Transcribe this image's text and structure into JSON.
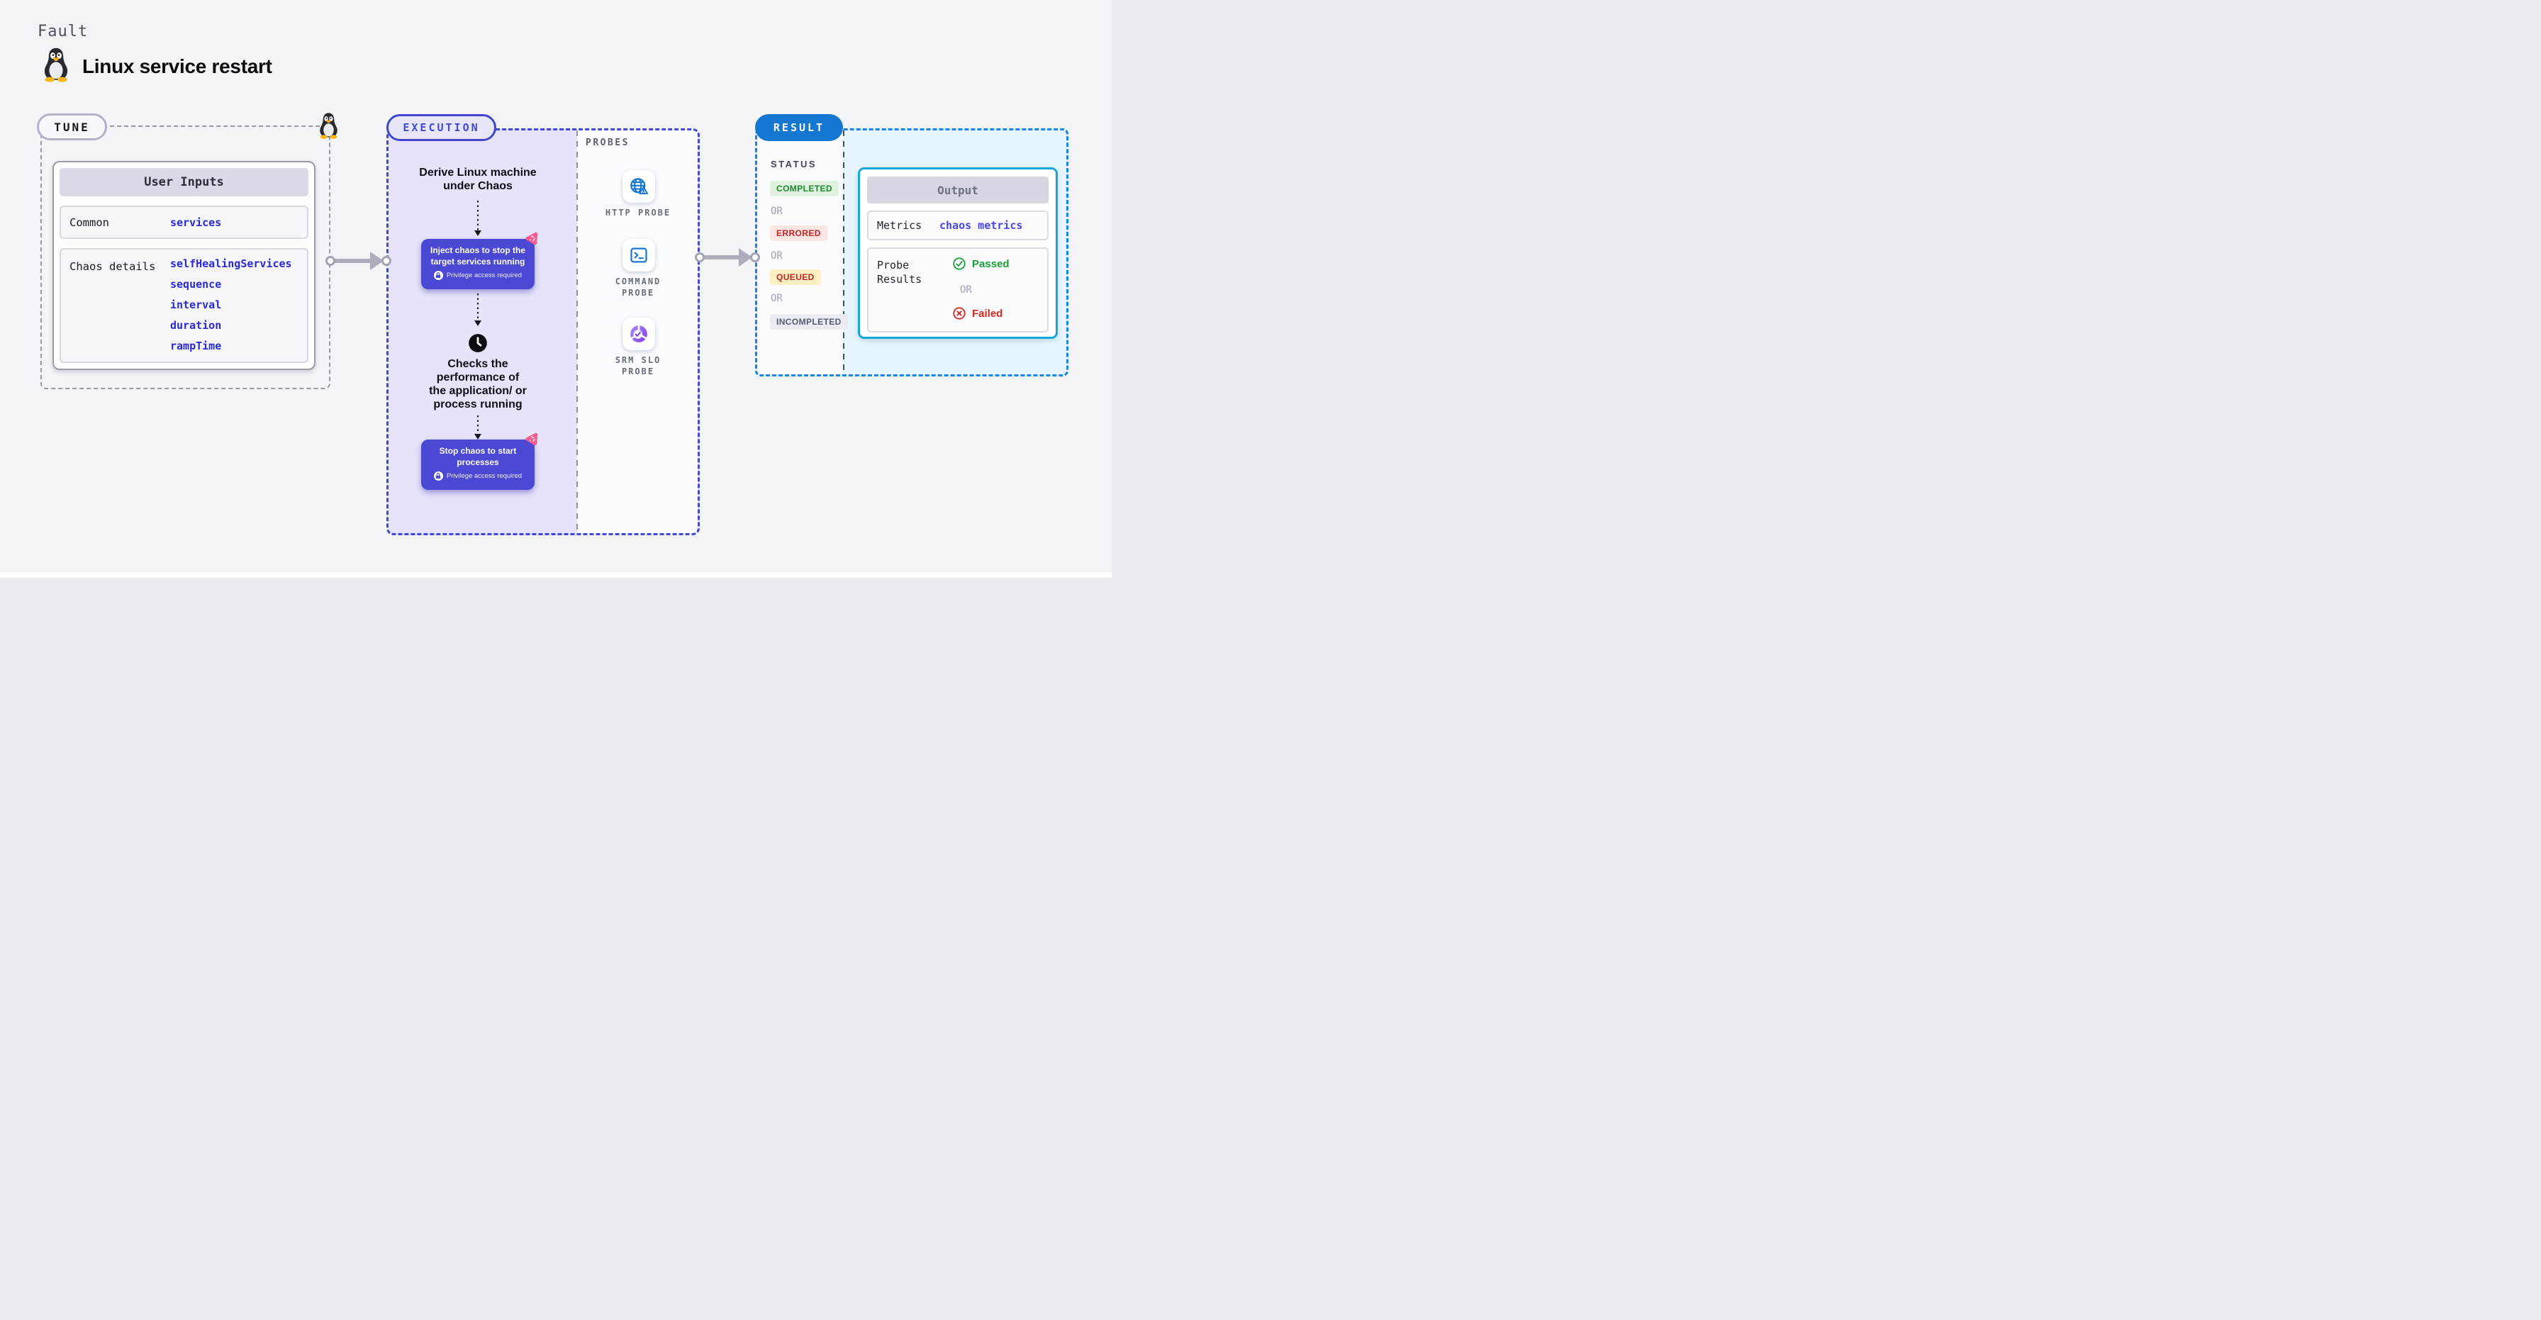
{
  "header": {
    "kicker": "Fault",
    "title": "Linux service restart"
  },
  "tune": {
    "pill": "TUNE",
    "user_inputs": {
      "header": "User Inputs",
      "rows": [
        {
          "label": "Common",
          "values": [
            "services"
          ]
        },
        {
          "label": "Chaos details",
          "values": [
            "selfHealingServices",
            "sequence",
            "interval",
            "duration",
            "rampTime"
          ]
        }
      ]
    }
  },
  "execution": {
    "pill": "EXECUTION",
    "derive_step": {
      "lines": [
        "Derive Linux machine",
        "under Chaos"
      ]
    },
    "inject_step": {
      "lines": [
        "Inject chaos to stop the",
        "target services running"
      ],
      "note": "Privilege access required"
    },
    "check_step": {
      "lines": [
        "Checks the",
        "performance of",
        "the application/ or",
        "process running"
      ]
    },
    "stop_step": {
      "lines": [
        "Stop chaos to start",
        "processes"
      ],
      "note": "Privilege access required"
    },
    "probes": {
      "title": "PROBES",
      "items": [
        {
          "icon": "globe-alert-icon",
          "lines": [
            "HTTP PROBE",
            ""
          ]
        },
        {
          "icon": "terminal-icon",
          "lines": [
            "COMMAND",
            "PROBE"
          ]
        },
        {
          "icon": "slo-donut-icon",
          "lines": [
            "SRM SLO",
            "PROBE"
          ]
        }
      ]
    }
  },
  "result": {
    "pill": "RESULT",
    "status": {
      "title": "STATUS",
      "or_label": "OR",
      "badges": [
        {
          "text": "COMPLETED",
          "bg": "#e0f2df",
          "color": "#1b8a2d"
        },
        {
          "text": "ERRORED",
          "bg": "#fbe6e5",
          "color": "#c82321"
        },
        {
          "text": "QUEUED",
          "bg": "#fcefc4",
          "color": "#c5261e"
        },
        {
          "text": "INCOMPLETED",
          "bg": "#ebecf1",
          "color": "#545b6c"
        }
      ]
    },
    "output": {
      "header": "Output",
      "metrics_label": "Metrics",
      "metrics_value": "chaos metrics",
      "probe_results_lines": [
        "Probe",
        "Results"
      ],
      "passed": "Passed",
      "or_label": "OR",
      "failed": "Failed"
    }
  },
  "colors": {
    "page_bg": "#f3f4f8",
    "tune_border": "#979aa2",
    "execution_border": "#4549d1",
    "execution_fill": "#e5e4fa",
    "button_fill": "#4b49d3",
    "chaos_pink": "#f75a8f",
    "result_border": "#1d84da",
    "result_fill": "#e6f5fc",
    "result_pill": "#1478d2",
    "output_border": "#16a7da",
    "link_blue": "#2b29d4",
    "passed_green": "#17a035",
    "failed_red": "#d32a1c",
    "probe_icon_blue": "#1476d2",
    "probe_icon_purple": "#7c3aed"
  }
}
